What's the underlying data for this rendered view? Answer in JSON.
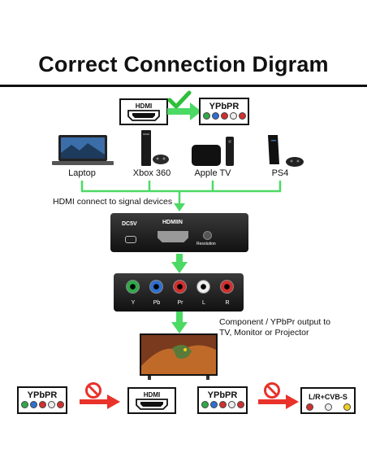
{
  "title": "Correct Connection Digram",
  "top_row": {
    "hdmi_label": "HDMI",
    "ypbpr_label": "YPbPR"
  },
  "devices": [
    {
      "label": "Laptop",
      "icon": "laptop-icon"
    },
    {
      "label": "Xbox 360",
      "icon": "game-console-icon"
    },
    {
      "label": "Apple TV",
      "icon": "tv-box-icon"
    },
    {
      "label": "PS4",
      "icon": "ps4-console-icon"
    }
  ],
  "caption_hdmi": "HDMI connect to signal devices",
  "converter": {
    "dc_label": "DC5V",
    "hdmi_in_label": "HDMIIN",
    "resolution_label": "Resolution"
  },
  "component_ports": [
    "Y",
    "Pb",
    "Pr",
    "L",
    "R"
  ],
  "caption_output_line1": "Component / YPbPr output to",
  "caption_output_line2": "TV, Monitor or Projector",
  "bottom_left": {
    "ypbpr_label": "YPbPR",
    "hdmi_label": "HDMI"
  },
  "bottom_right": {
    "ypbpr_label": "YPbPR",
    "lr_label": "L/R+CVB-S"
  },
  "colors": {
    "arrow_green": "#4cd964",
    "check_green": "#2fbf3a",
    "no_red": "#e8322a",
    "y_green": "#2faa4a",
    "pb_blue": "#2f6fd0",
    "pr_red": "#d0302f",
    "l_white": "#eeeeee",
    "cvbs_yellow": "#f0d020"
  }
}
